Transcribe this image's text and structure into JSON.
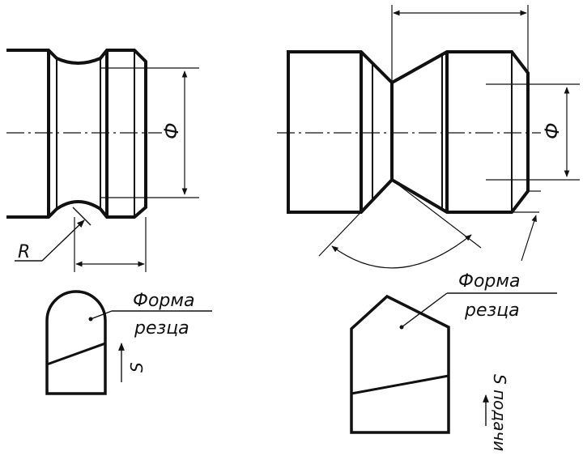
{
  "labels": {
    "radius": "R",
    "diameter_left": "Ф",
    "diameter_right": "Ф",
    "tool_form_left_line1": "Форма",
    "tool_form_left_line2": "резца",
    "tool_form_right_line1": "Форма",
    "tool_form_right_line2": "резца",
    "feed_left": "S",
    "feed_right": "S подачи"
  },
  "colors": {
    "line": "#111111",
    "background": "#ffffff"
  }
}
